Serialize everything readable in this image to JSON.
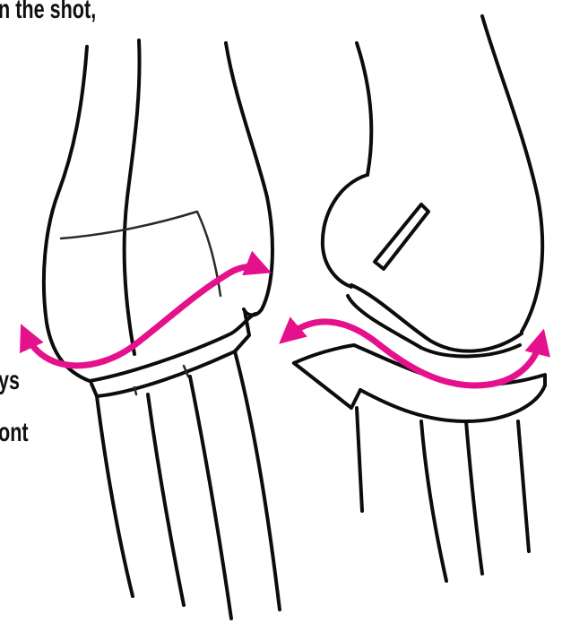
{
  "captions": {
    "top_fragment": "n the shot,",
    "middle_fragment": "ys",
    "bottom_fragment": "ont"
  },
  "colors": {
    "ink": "#0c0c0c",
    "arrow": "#e5118c",
    "background": "#ffffff"
  },
  "figures": [
    {
      "name": "front-view-bent-sleeve",
      "arrow": "double-headed-curved-arrow"
    },
    {
      "name": "side-view-bent-sleeve",
      "arrow": "double-headed-curved-arrow"
    }
  ]
}
